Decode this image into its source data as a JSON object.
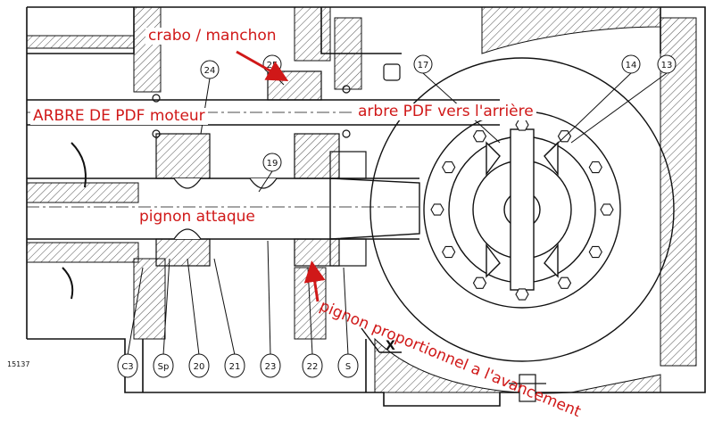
{
  "labels": {
    "crabo": "crabo / manchon",
    "arbre_moteur": "ARBRE DE PDF  moteur",
    "arbre_arriere": "arbre PDF vers l'arrière",
    "pignon_attaque": "pignon attaque",
    "pignon_prop": "pignon proportionnel a l'avancement"
  },
  "callouts": [
    "24",
    "25",
    "19",
    "17",
    "14",
    "13"
  ],
  "bottom_refs": [
    "C3",
    "Sp",
    "20",
    "21",
    "23",
    "22",
    "S"
  ],
  "marker_x": "X",
  "drawing_number": "15137",
  "colors": {
    "annotation": "#d01818",
    "line": "#111111"
  }
}
